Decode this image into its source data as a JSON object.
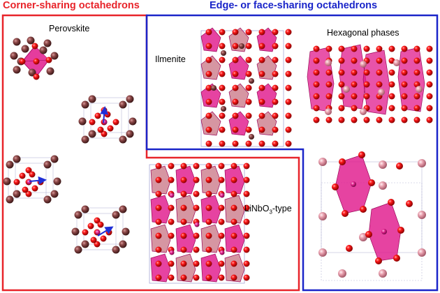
{
  "headings": {
    "corner": "Corner-sharing octahedrons",
    "edge_face": "Edge- or face-sharing octahedrons"
  },
  "labels": {
    "perovskite": "Perovskite",
    "ilmenite": "Ilmenite",
    "hexagonal": "Hexagonal phases",
    "linbo3_prefix": "LiNbO",
    "linbo3_sub": "3",
    "linbo3_suffix": "-type"
  },
  "colors": {
    "corner_accent": "#e8242a",
    "edge_accent": "#1a25c9",
    "octahedron": "#e01a8c",
    "octahedron_edge": "#b0106c",
    "oxygen_atom": "#e00000",
    "a_site_dark": "#7a3b3b",
    "a_site_pink": "#e49aa8",
    "displacement_arrow": "#1f2fd6"
  }
}
